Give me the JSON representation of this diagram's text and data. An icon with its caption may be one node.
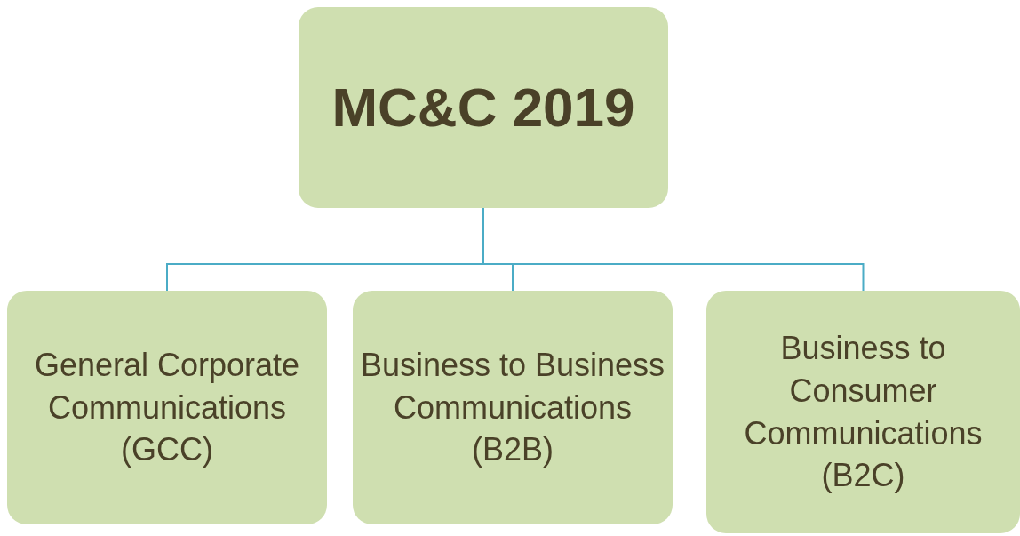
{
  "diagram": {
    "nodes": [
      {
        "text": [
          "MC&C 2019"
        ]
      },
      {
        "text": [
          "General Corporate Communications (GCC)"
        ]
      },
      {
        "text": [
          "Business to Business Communications (B2B)"
        ]
      },
      {
        "text": [
          "Business to Consumer Communications (B2C)"
        ]
      }
    ],
    "edges": [
      {
        "from": 0,
        "to": 1,
        "arrow": "none"
      },
      {
        "from": 0,
        "to": 2,
        "arrow": "none"
      },
      {
        "from": 0,
        "to": 3,
        "arrow": "none"
      }
    ]
  }
}
